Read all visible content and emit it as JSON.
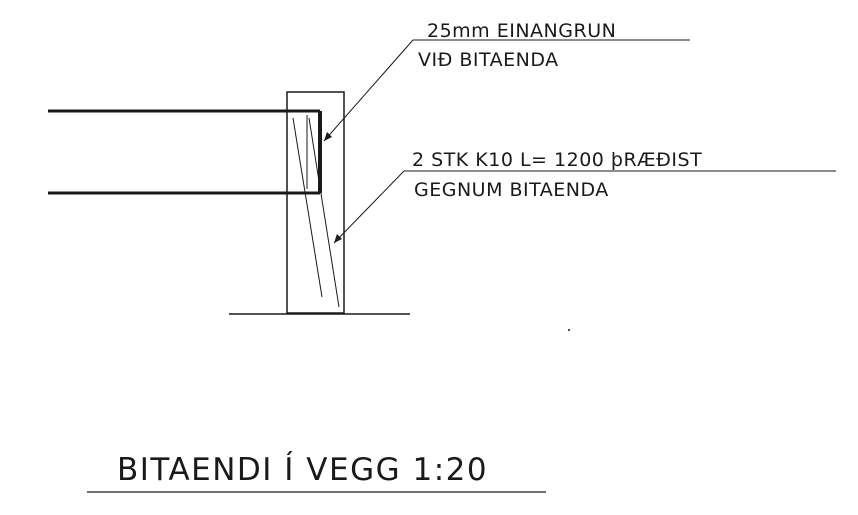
{
  "annotations": {
    "insulation_line1": "25mm  EINANGRUN",
    "insulation_line2": "VIÐ  BITAENDA",
    "rebar_line1": "2  STK  K10  L=  1200  þRÆÐIST",
    "rebar_line2": "GEGNUM  BITAENDA"
  },
  "title": "BITAENDI  Í  VEGG  1:20",
  "colors": {
    "ink": "#1a1a1a",
    "paper": "#ffffff"
  }
}
